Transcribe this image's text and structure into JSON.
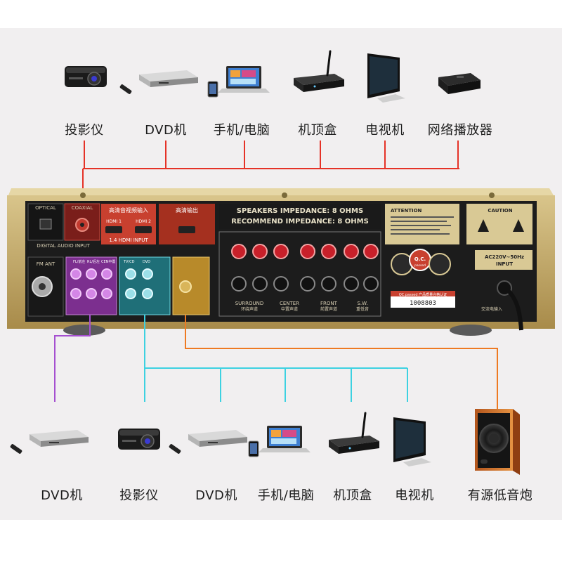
{
  "colors": {
    "red": "#e53227",
    "purple": "#a54fd0",
    "cyan": "#3dd1e1",
    "orange": "#ee7a22",
    "gold": "#c7ad6b",
    "panel": "#1d1d1d"
  },
  "top_devices": [
    {
      "label": "投影仪",
      "icon": "projector-icon"
    },
    {
      "label": "DVD机",
      "icon": "dvd-player-icon"
    },
    {
      "label": "手机/电脑",
      "icon": "laptop-phone-icon"
    },
    {
      "label": "机顶盒",
      "icon": "set-top-box-icon"
    },
    {
      "label": "电视机",
      "icon": "tv-icon"
    },
    {
      "label": "网络播放器",
      "icon": "network-player-icon"
    }
  ],
  "bottom_devices": [
    {
      "label": "DVD机",
      "icon": "dvd-player-icon"
    },
    {
      "label": "投影仪",
      "icon": "projector-icon"
    },
    {
      "label": "DVD机",
      "icon": "dvd-player-icon"
    },
    {
      "label": "手机/电脑",
      "icon": "laptop-phone-icon"
    },
    {
      "label": "机顶盒",
      "icon": "set-top-box-icon"
    },
    {
      "label": "电视机",
      "icon": "tv-icon"
    },
    {
      "label": "有源低音炮",
      "icon": "subwoofer-icon"
    }
  ],
  "amplifier": {
    "optical": "OPTICAL",
    "coaxial": "COAXIAL",
    "digital_audio_input": "DIGITAL AUDIO INPUT",
    "hdmi_title": "高清音视频输入",
    "hdmi_1": "HDMI 1",
    "hdmi_2": "HDMI 2",
    "hdmi_input": "1.4 HDMI INPUT",
    "hdmi_output": "高清输出",
    "fm_ant": "FM ANT",
    "speakers_impedance": "SPEAKERS  IMPEDANCE:  8 OHMS",
    "recommend_impedance": "RECOMMEND  IMPEDANCE: 8 OHMS",
    "attention": "ATTENTION",
    "caution": "CAUTION",
    "qc": "Q.C.",
    "qc_sub": "passed",
    "power_label": "AC220V~50Hz",
    "power_input": "INPUT",
    "ac_input_cn": "交流电输入",
    "qc_sticker": "QC.passed 产品质量合格认证",
    "serial": "1008803",
    "channels": [
      "SURROUND",
      "CENTER",
      "FRONT",
      "S.W."
    ],
    "channels_cn": [
      "环绕声道",
      "中置声道",
      "前置声道",
      "重低音"
    ],
    "av_labels": [
      "FL/前左",
      "RL/后左",
      "CEN中置",
      "TV/CD",
      "DVD"
    ]
  }
}
